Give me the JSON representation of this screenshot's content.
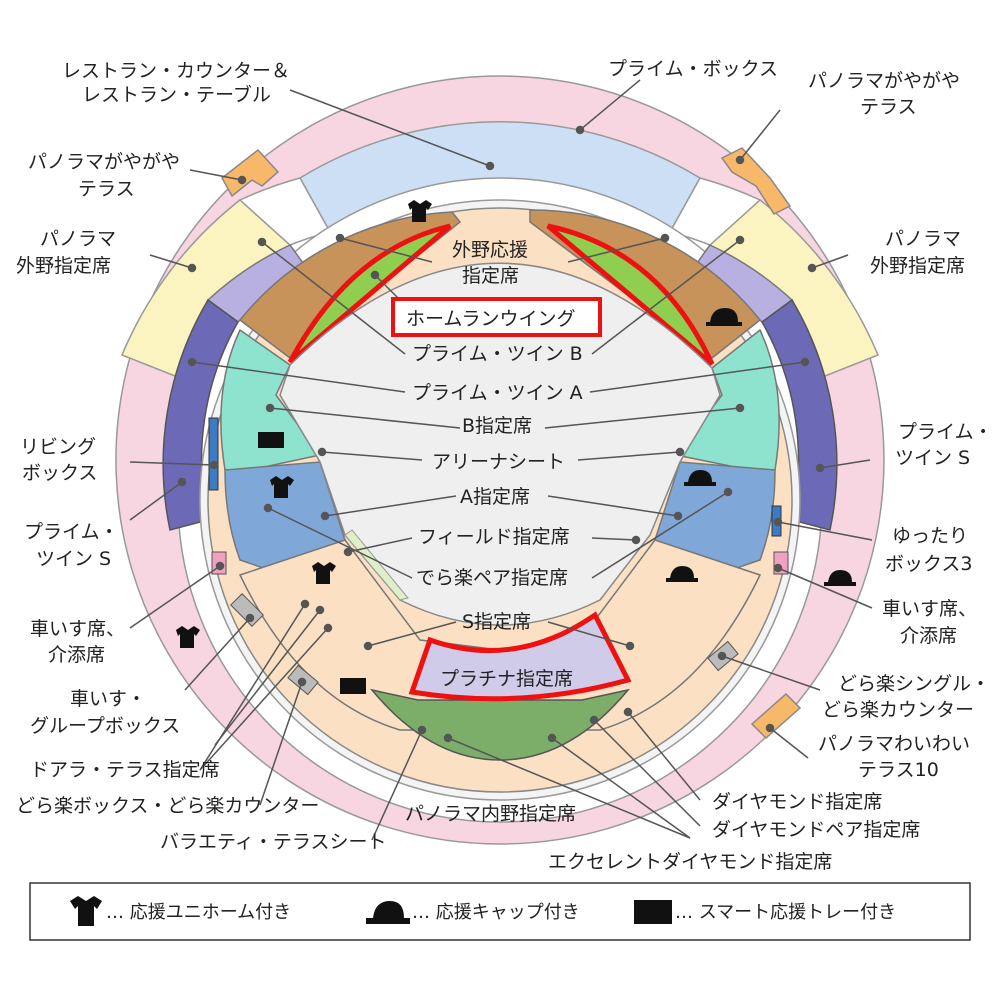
{
  "labels": {
    "restaurant": [
      "レストラン・カウンター＆",
      "レストラン・テーブル"
    ],
    "prime_box": "プライム・ボックス",
    "terrace_l": [
      "パノラマがやがや",
      "テラス"
    ],
    "terrace_r": [
      "パノラマがやがや",
      "テラス"
    ],
    "outfield_l": [
      "パノラマ",
      "外野指定席"
    ],
    "outfield_r": [
      "パノラマ",
      "外野指定席"
    ],
    "cheer": [
      "外野応援",
      "指定席"
    ],
    "homerun_wing": "ホームランウイング",
    "twin_b": "プライム・ツイン B",
    "twin_a": "プライム・ツイン A",
    "b_reserved": "B指定席",
    "arena_seat": "アリーナシート",
    "a_reserved": "A指定席",
    "field_reserved": "フィールド指定席",
    "deraku_pair": "でら楽ペア指定席",
    "s_reserved": "S指定席",
    "platinum": "プラチナ指定席",
    "living_box": [
      "リビング",
      "ボックス"
    ],
    "twin_s_l": [
      "プライム・",
      "ツイン S"
    ],
    "twin_s_r": [
      "プライム・",
      "ツイン S"
    ],
    "yuttari": [
      "ゆったり",
      "ボックス3"
    ],
    "wheelchair_l": [
      "車いす席、",
      "介添席"
    ],
    "wheelchair_r": [
      "車いす席、",
      "介添席"
    ],
    "wheelchair_group": [
      "車いす・",
      "グループボックス"
    ],
    "dora_terrace": "ドアラ・テラス指定席",
    "doraku_box": "どら楽ボックス・どら楽カウンター",
    "variety": "バラエティ・テラスシート",
    "infield": "パノラマ内野指定席",
    "doraku_single": [
      "どら楽シングル・",
      "どら楽カウンター"
    ],
    "waiwai": [
      "パノラマわいわい",
      "テラス10"
    ],
    "diamond": "ダイヤモンド指定席",
    "diamond_pair": "ダイヤモンドペア指定席",
    "excellent": "エクセレントダイヤモンド指定席"
  },
  "legend": [
    {
      "icon": "uniform-icon",
      "text": "… 応援ユニホーム付き"
    },
    {
      "icon": "cap-icon",
      "text": "… 応援キャップ付き"
    },
    {
      "icon": "tray-icon",
      "text": "… スマート応援トレー付き"
    }
  ],
  "colors": {
    "highlight": "#ee1111",
    "outfield_brown": "#c8935a",
    "homerun_green": "#8fce4e",
    "twin_teal": "#8ee3cf",
    "a_blue": "#7fa8d8",
    "s_peach": "#fce0c4",
    "platinum_lavender": "#cfcbe8",
    "diamond_green": "#7cae6a",
    "field_gray": "#efefef",
    "outer_pink": "#f7d6e1",
    "terrace_yellow": "#fbf3c0",
    "prime_box_blue": "#cddff4",
    "navy_band": "#6c69b6",
    "purple_band": "#b9b0e2",
    "orange_terrace": "#f7b86a"
  }
}
